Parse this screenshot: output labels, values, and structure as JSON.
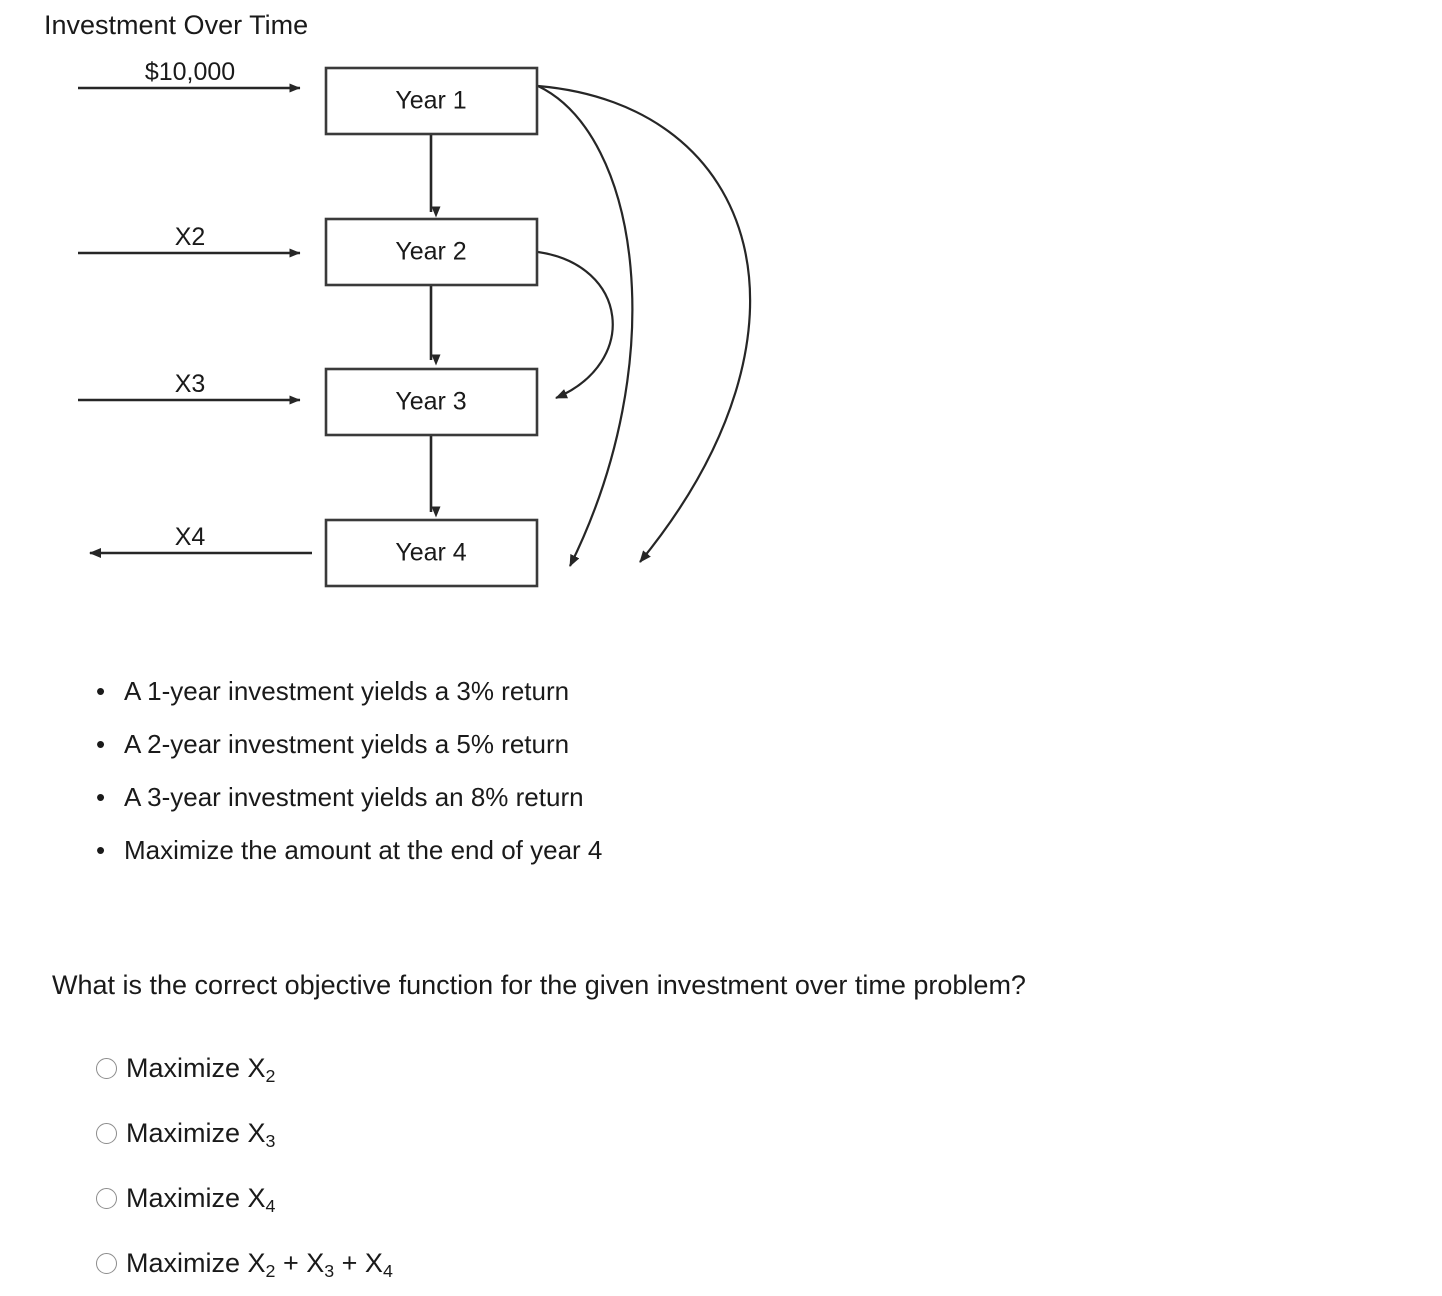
{
  "diagram": {
    "title": "Investment Over Time",
    "nodes": [
      {
        "id": "year1",
        "label": "Year 1"
      },
      {
        "id": "year2",
        "label": "Year 2"
      },
      {
        "id": "year3",
        "label": "Year 3"
      },
      {
        "id": "year4",
        "label": "Year 4"
      }
    ],
    "inflow_labels": [
      {
        "id": "inflow-initial",
        "label": "$10,000",
        "direction": "right",
        "target": "year1"
      },
      {
        "id": "inflow-x2",
        "label": "X2",
        "direction": "right",
        "target": "year2"
      },
      {
        "id": "inflow-x3",
        "label": "X3",
        "direction": "right",
        "target": "year3"
      },
      {
        "id": "outflow-x4",
        "label": "X4",
        "direction": "left",
        "target": "year4"
      }
    ],
    "connections": [
      {
        "from": "year1",
        "to": "year2",
        "kind": "straight"
      },
      {
        "from": "year2",
        "to": "year3",
        "kind": "straight"
      },
      {
        "from": "year3",
        "to": "year4",
        "kind": "straight"
      },
      {
        "from": "year2",
        "to": "year3",
        "kind": "curve-small"
      },
      {
        "from": "year1",
        "to": "year4",
        "kind": "curve-medium"
      },
      {
        "from": "year1",
        "to": "year4",
        "kind": "curve-large"
      }
    ]
  },
  "bullets": [
    "A 1-year investment yields a 3% return",
    "A 2-year investment yields a 5% return",
    "A 3-year investment yields an 8% return",
    "Maximize the amount at the end of year 4"
  ],
  "question": {
    "prompt": "What is the correct objective function for the given investment over time problem?",
    "options": [
      {
        "id": "opt-a",
        "prefix": "Maximize X",
        "sub1": "2",
        "mid": "",
        "sub2": "",
        "mid2": "",
        "sub3": "",
        "selected": false
      },
      {
        "id": "opt-b",
        "prefix": "Maximize X",
        "sub1": "3",
        "mid": "",
        "sub2": "",
        "mid2": "",
        "sub3": "",
        "selected": false
      },
      {
        "id": "opt-c",
        "prefix": "Maximize X",
        "sub1": "4",
        "mid": "",
        "sub2": "",
        "mid2": "",
        "sub3": "",
        "selected": false
      },
      {
        "id": "opt-d",
        "prefix": "Maximize X",
        "sub1": "2",
        "mid": " + X",
        "sub2": "3",
        "mid2": " + X",
        "sub3": "4",
        "selected": false
      }
    ],
    "options_plain": [
      "Maximize X2",
      "Maximize X3",
      "Maximize X4",
      "Maximize X2 + X3 + X4"
    ]
  },
  "colors": {
    "text": "#1a1a1a",
    "stroke": "#262626",
    "box_stroke": "#3a3a3a",
    "radio_border": "#8c8c8c",
    "background": "#ffffff"
  }
}
